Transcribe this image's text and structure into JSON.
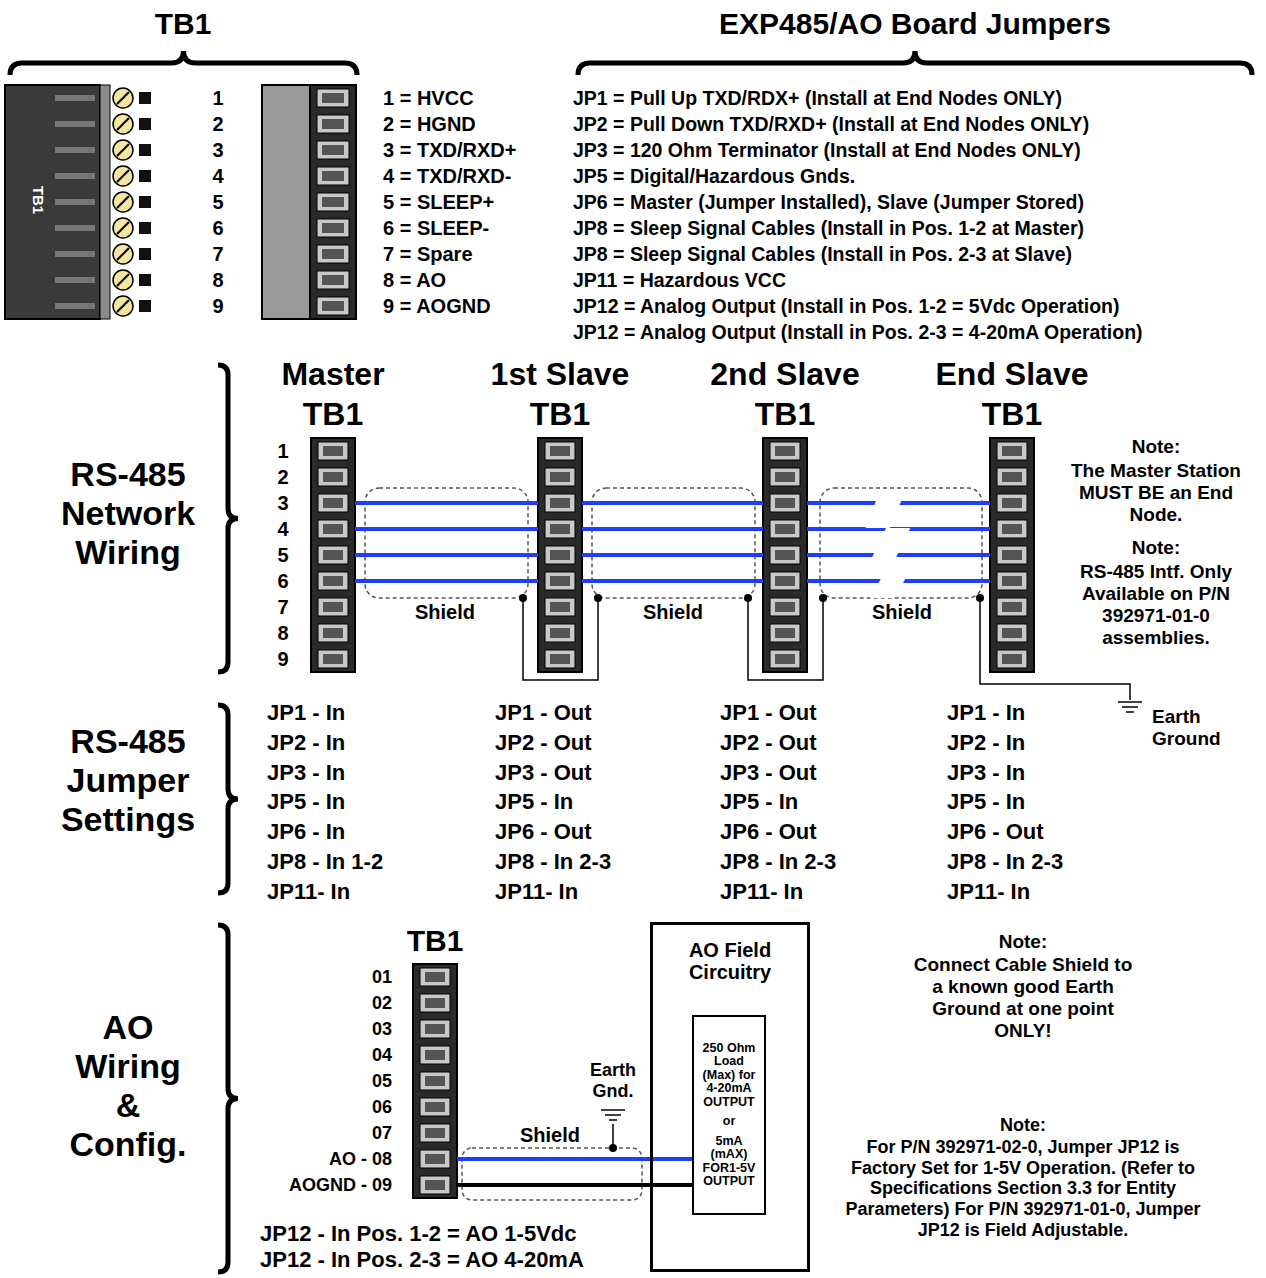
{
  "diagram": {
    "nodes": [
      {
        "text": [
          "Master",
          "TB1"
        ]
      },
      {
        "text": [
          "1st Slave",
          "TB1"
        ]
      },
      {
        "text": [
          "2nd Slave",
          "TB1"
        ]
      },
      {
        "text": [
          "End Slave",
          "TB1"
        ]
      },
      {
        "text": [
          "TB1"
        ]
      },
      {
        "text": [
          "AO Field Circuitry"
        ]
      },
      {
        "text": [
          "250 Ohm Load (Max) for 4-20mA OUTPUT",
          "or",
          "5mA (mAX) FOR1-5V OUTPUT"
        ],
        "in": 5
      }
    ],
    "edges": [
      {
        "from": 0,
        "to": 1,
        "arrow": "none"
      },
      {
        "from": 0,
        "to": 1,
        "arrow": "none"
      },
      {
        "from": 0,
        "to": 1,
        "arrow": "none"
      },
      {
        "from": 0,
        "to": 1,
        "arrow": "none"
      },
      {
        "from": 1,
        "to": 2,
        "arrow": "none"
      },
      {
        "from": 1,
        "to": 2,
        "arrow": "none"
      },
      {
        "from": 1,
        "to": 2,
        "arrow": "none"
      },
      {
        "from": 1,
        "to": 2,
        "arrow": "none"
      },
      {
        "from": 2,
        "to": 3,
        "arrow": "none"
      },
      {
        "from": 2,
        "to": 3,
        "arrow": "none"
      },
      {
        "from": 2,
        "to": 3,
        "arrow": "none"
      },
      {
        "from": 2,
        "to": 3,
        "arrow": "none"
      },
      {
        "from": 4,
        "to": 6,
        "arrow": "none"
      },
      {
        "from": 4,
        "to": 6,
        "arrow": "none"
      }
    ],
    "labels": [
      "TB1",
      "EXP485/AO Board Jumpers",
      "1",
      "2",
      "3",
      "4",
      "5",
      "6",
      "7",
      "8",
      "9",
      "1 = HVCC",
      "2 = HGND",
      "3 = TXD/RXD+",
      "4 = TXD/RXD-",
      "5 = SLEEP+",
      "6 = SLEEP-",
      "7 = Spare",
      "8 = AO",
      "9 = AOGND",
      "JP1 = Pull Up TXD/RDX+ (Install at End Nodes ONLY)",
      "JP2 = Pull Down TXD/RXD+ (Install at End Nodes ONLY)",
      "JP3 = 120 Ohm Terminator (Install at End Nodes ONLY)",
      "JP5 = Digital/Hazardous Gnds.",
      "JP6 = Master (Jumper Installed), Slave (Jumper Stored)",
      "JP8 = Sleep Signal Cables (Install in Pos. 1-2 at Master)",
      "JP8 = Sleep Signal Cables (Install in Pos. 2-3 at Slave)",
      "JP11 = Hazardous VCC",
      "JP12 = Analog Output (Install in Pos. 1-2 = 5Vdc Operation)",
      "JP12 = Analog Output (Install in Pos. 2-3 = 4-20mA Operation)",
      "TB1",
      "RS-485 Network Wiring",
      "1",
      "2",
      "3",
      "4",
      "5",
      "6",
      "7",
      "8",
      "9",
      "Shield",
      "Shield",
      "Shield",
      "Note:",
      "The Master Station MUST BE an End Node.",
      "Note:",
      "RS-485 Intf. Only Available on P/N 392971-01-0 assemblies.",
      "Earth Ground",
      "RS-485 Jumper Settings",
      "JP1 - In",
      "JP2 - In",
      "JP3 - In",
      "JP5 - In",
      "JP6 - In",
      "JP8 - In 1-2",
      "JP11- In",
      "JP1 - Out",
      "JP2 - Out",
      "JP3 - Out",
      "JP5 - In",
      "JP6 - Out",
      "JP8 - In 2-3",
      "JP11- In",
      "JP1 - Out",
      "JP2 - Out",
      "JP3 - Out",
      "JP5 - In",
      "JP6 - Out",
      "JP8 - In 2-3",
      "JP11- In",
      "JP1 - In",
      "JP2 - In",
      "JP3 - In",
      "JP5 - In",
      "JP6 - Out",
      "JP8 - In 2-3",
      "JP11- In",
      "AO Wiring & Config.",
      "01",
      "02",
      "03",
      "04",
      "05",
      "06",
      "07",
      "AO - 08",
      "AOGND - 09",
      "Shield",
      "Earth Gnd.",
      "JP12 - In Pos. 1-2 = AO 1-5Vdc",
      "JP12 - In Pos. 2-3 = AO 4-20mA",
      "Note:",
      "Connect Cable Shield to a known good Earth Ground at one point ONLY!",
      "Note:",
      "For P/N 392971-02-0, Jumper JP12 is Factory Set for 1-5V Operation. (Refer to Specifications Section 3.3 for Entity Parameters) For P/N 392971-01-0, Jumper JP12 is Field Adjustable."
    ]
  }
}
